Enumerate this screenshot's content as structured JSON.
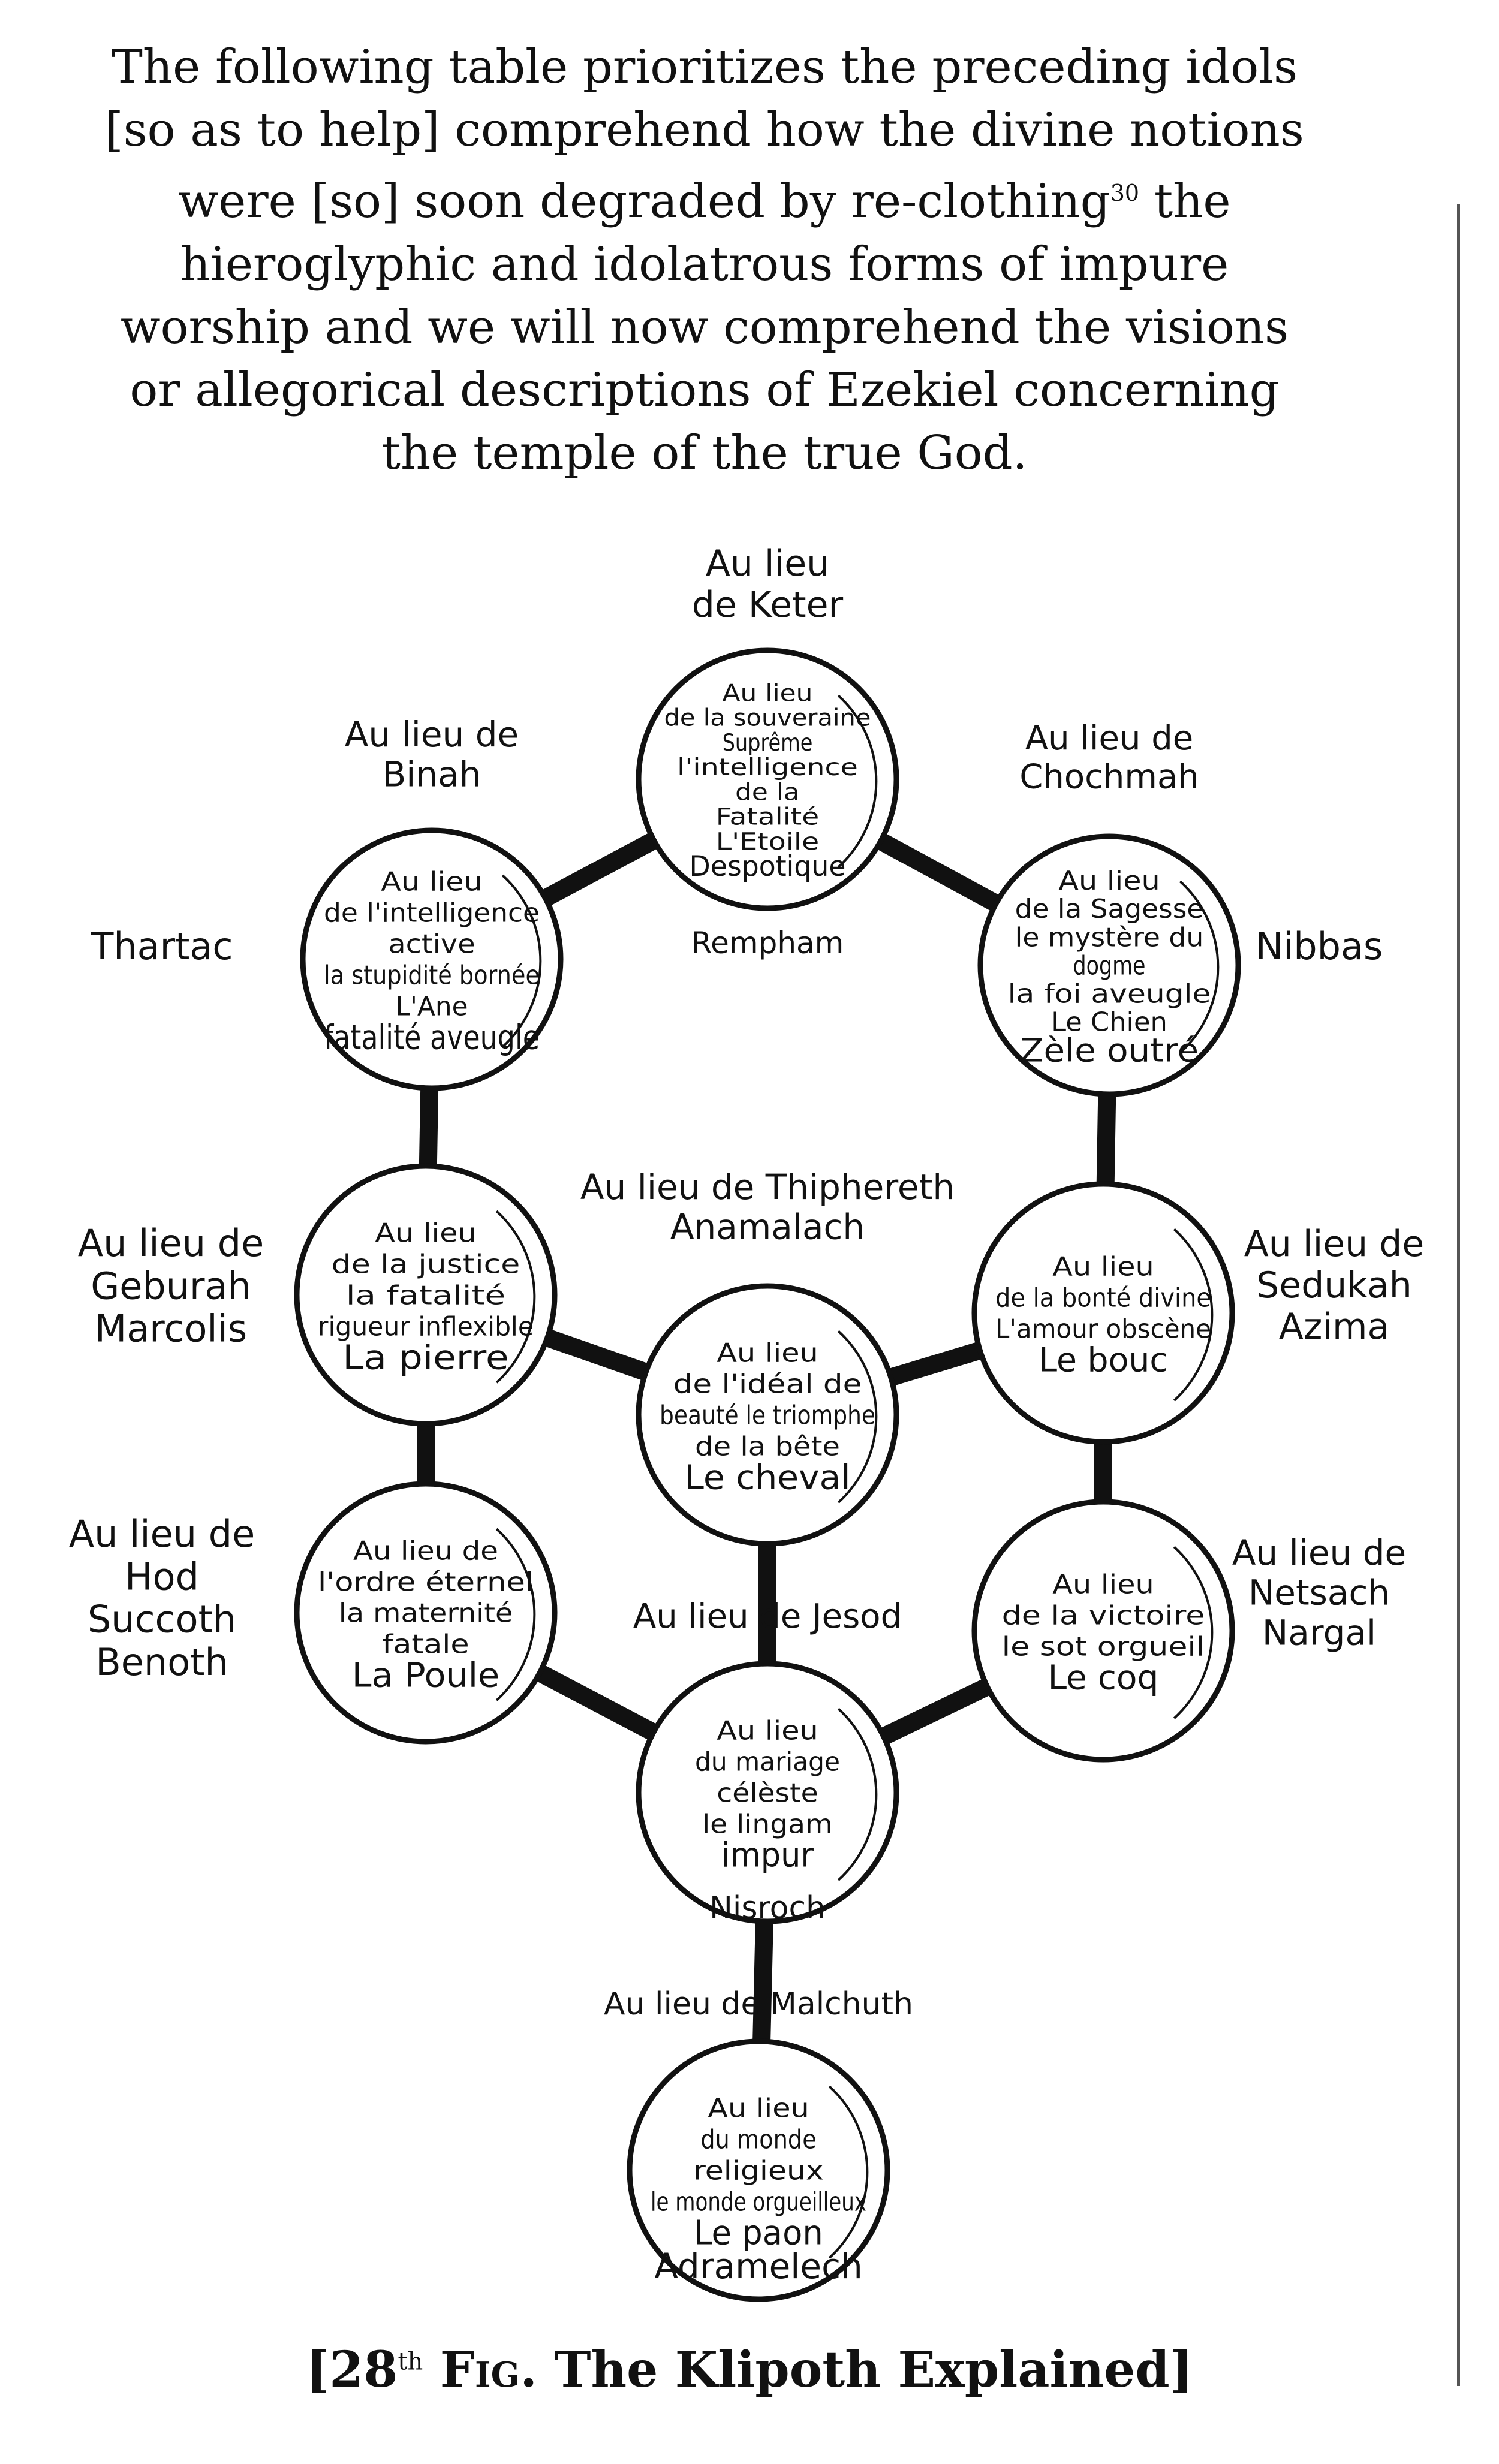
{
  "intro": {
    "before_note": "The following table prioritizes the preceding idols [so as to help] comprehend how the divine notions were [so] soon degraded by re-clothing",
    "note_ref": "30",
    "after_note": " the hieroglyphic and idolatrous forms of impure worship and we will now comprehend the visions or allegorical descriptions of Ezekiel concerning the temple of the true God."
  },
  "caption": {
    "open": "[",
    "num": "28",
    "sup": "th",
    "fig": "Fig.",
    "title": "The Klipoth Explained]"
  },
  "nodes": [
    {
      "id": "kether",
      "lines": [
        "Au lieu",
        "de la souveraine",
        "Suprême",
        "l'intelligence",
        "de la",
        "Fatalité",
        "L'Etoile",
        "Despotique"
      ],
      "header": [
        "Au lieu",
        "de Keter"
      ],
      "side": "",
      "below": "Rempham"
    },
    {
      "id": "binah",
      "lines": [
        "Au lieu",
        "de l'intelligence",
        "active",
        "la stupidité bornée",
        "L'Ane",
        "fatalité aveugle"
      ],
      "header": [
        "Au lieu de",
        "Binah"
      ],
      "side": "Thartac",
      "below": ""
    },
    {
      "id": "chochmah",
      "lines": [
        "Au lieu",
        "de la Sagesse",
        "le mystère du",
        "dogme",
        "la foi aveugle",
        "Le Chien",
        "Zèle outré"
      ],
      "header": [
        "Au lieu de",
        "Chochmah"
      ],
      "side": "Nibbas",
      "below": ""
    },
    {
      "id": "geburah",
      "lines": [
        "Au lieu",
        "de la justice",
        "la fatalité",
        "rigueur inflexible",
        "La pierre"
      ],
      "header": [
        "Au lieu de",
        "Geburah",
        "Marcolis"
      ],
      "side": "",
      "below": ""
    },
    {
      "id": "tiphereth",
      "lines": [
        "Au lieu",
        "de l'idéal de",
        "beauté le triomphe",
        "de la bête",
        "Le cheval"
      ],
      "header": [
        "Au lieu de Thiphereth",
        "Anamalach"
      ],
      "side": "",
      "below": ""
    },
    {
      "id": "chesed",
      "lines": [
        "Au lieu",
        "de la bonté divine",
        "L'amour obscène",
        "Le bouc"
      ],
      "header": [
        "Au lieu de",
        "Sedukah",
        "Azima"
      ],
      "side": "",
      "below": ""
    },
    {
      "id": "hod",
      "lines": [
        "Au lieu de",
        "l'ordre éternel",
        "la maternité",
        "fatale",
        "La Poule"
      ],
      "header": [
        "Au lieu de",
        "Hod",
        "Succoth",
        "Benoth"
      ],
      "side": "",
      "below": ""
    },
    {
      "id": "netsah",
      "lines": [
        "Au lieu",
        "de la victoire",
        "le sot orgueil",
        "Le coq"
      ],
      "header": [
        "Au lieu de",
        "Netsach",
        "Nargal"
      ],
      "side": "",
      "below": ""
    },
    {
      "id": "jesod",
      "lines": [
        "Au lieu",
        "du mariage",
        "célèste",
        "le lingam",
        "impur"
      ],
      "header": [
        "Au lieu de Jesod"
      ],
      "side": "",
      "below": "Nisroch"
    },
    {
      "id": "malkuth",
      "lines": [
        "Au lieu",
        "du monde",
        "religieux",
        "le monde orgueilleux",
        "Le paon"
      ],
      "header": [
        "Au lieu de Malchuth"
      ],
      "side": "",
      "below": "Adramelech"
    }
  ]
}
